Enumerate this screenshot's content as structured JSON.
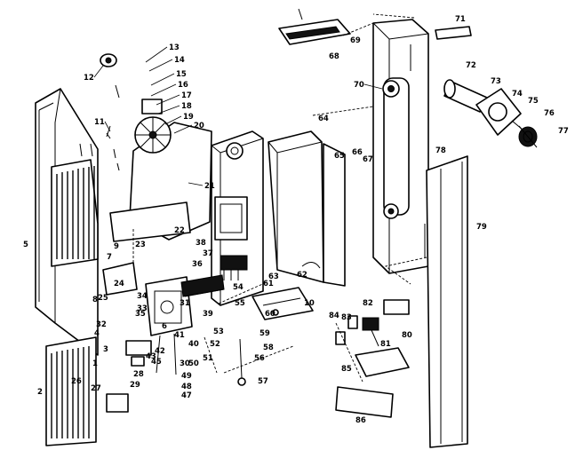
{
  "diagram": {
    "part_labels": [
      "1",
      "2",
      "3",
      "4",
      "5",
      "6",
      "7",
      "8",
      "9",
      "10",
      "11",
      "12",
      "13",
      "14",
      "15",
      "16",
      "17",
      "18",
      "19",
      "20",
      "21",
      "22",
      "23",
      "24",
      "25",
      "26",
      "27",
      "28",
      "29",
      "30",
      "31",
      "32",
      "33",
      "34",
      "35",
      "36",
      "37",
      "38",
      "39",
      "40",
      "41",
      "42",
      "43",
      "45",
      "47",
      "48",
      "49",
      "50",
      "51",
      "52",
      "53",
      "54",
      "55",
      "56",
      "57",
      "58",
      "59",
      "60",
      "61",
      "62",
      "63",
      "64",
      "65",
      "66",
      "67",
      "68",
      "69",
      "70",
      "71",
      "72",
      "73",
      "74",
      "75",
      "76",
      "77",
      "78",
      "79",
      "80",
      "81",
      "82",
      "83",
      "84",
      "85",
      "86"
    ]
  }
}
